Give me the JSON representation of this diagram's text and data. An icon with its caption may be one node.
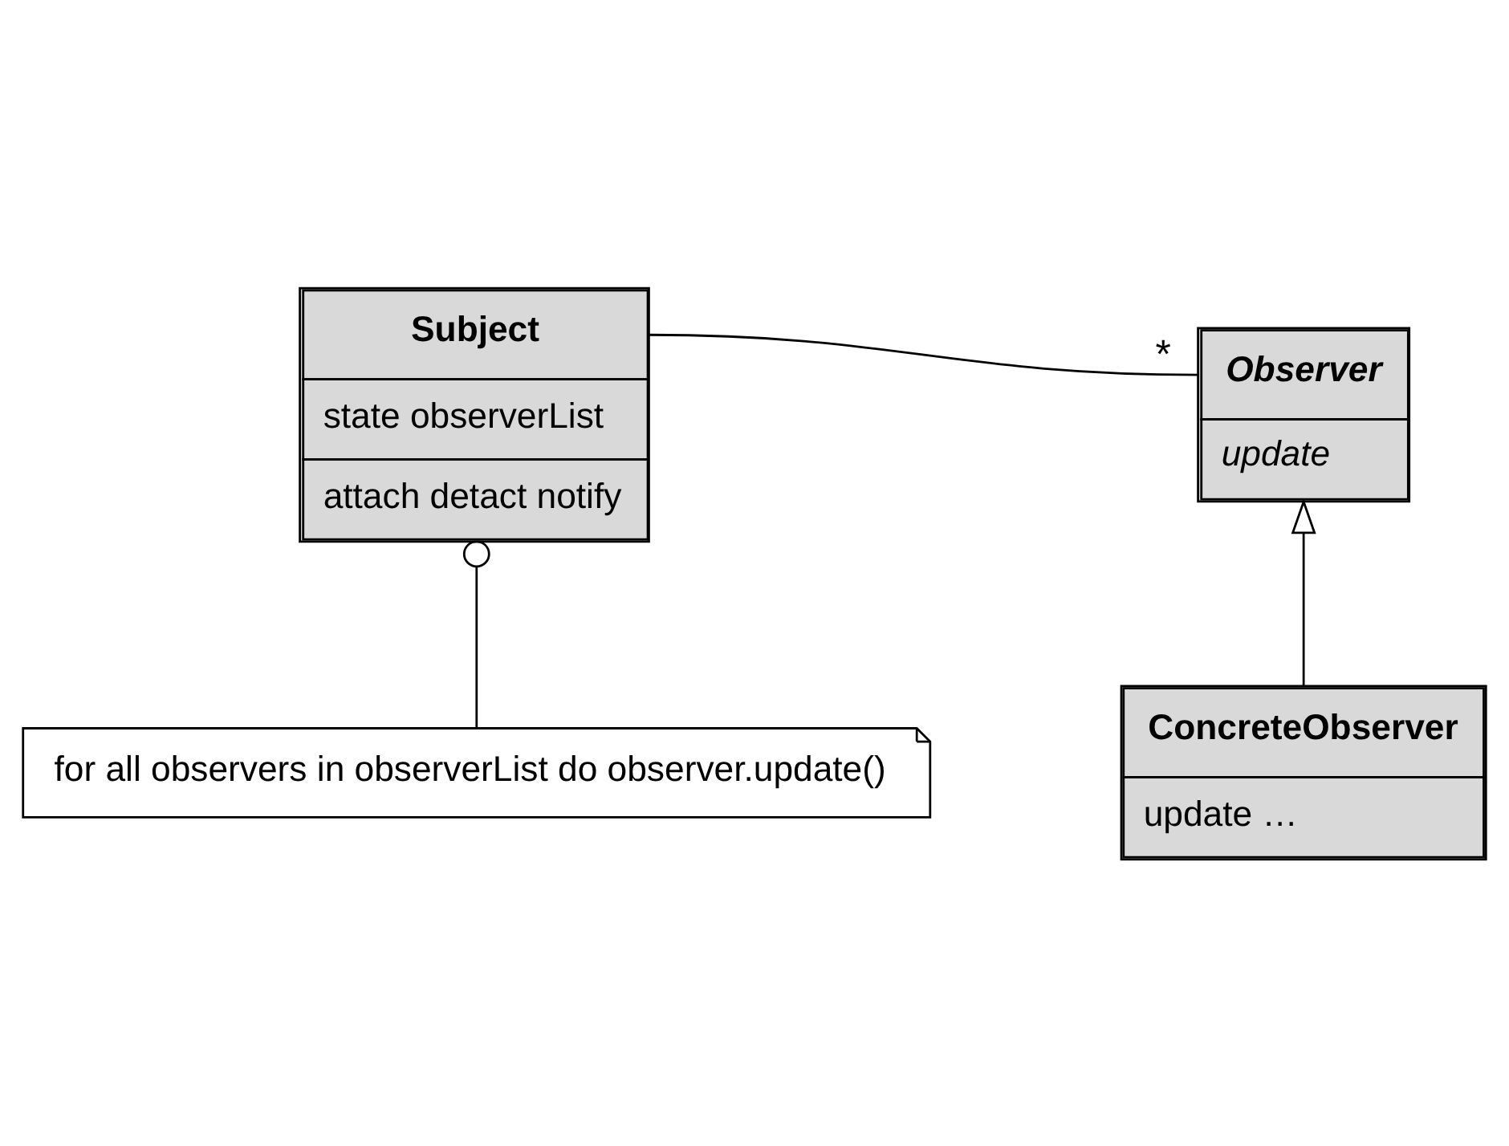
{
  "diagram": {
    "nodes": [
      {
        "text": [
          "Subject",
          "state observerList",
          "attach detact notify"
        ]
      },
      {
        "text": [
          "Observer",
          "update"
        ]
      },
      {
        "text": [
          "ConcreteObserver",
          "update …"
        ]
      },
      {
        "text": [
          "for all observers in observerList do observer.update()"
        ]
      }
    ],
    "edges": [
      {
        "from": 0,
        "to": 1,
        "arrow": "none",
        "label": "*"
      },
      {
        "from": 2,
        "to": 1,
        "arrow": "to"
      },
      {
        "from": 3,
        "to": 0,
        "arrow": "other"
      }
    ]
  }
}
